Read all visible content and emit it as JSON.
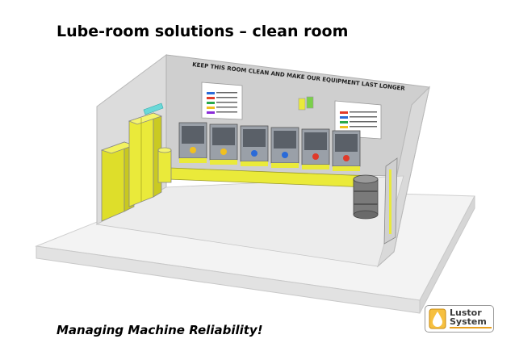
{
  "slide": {
    "title": "Lube-room solutions – clean room",
    "tagline": "Managing Machine Reliability!"
  },
  "room": {
    "wall_banner": "KEEP THIS ROOM CLEAN AND MAKE OUR EQUIPMENT LAST LONGER"
  },
  "logo": {
    "line1": "Lustor",
    "line2": "System"
  },
  "colors": {
    "cabinet_yellow": "#eaea3a",
    "floor": "#f2f2f2",
    "wall": "#d8d8d8",
    "logo_orange": "#e8a020"
  }
}
